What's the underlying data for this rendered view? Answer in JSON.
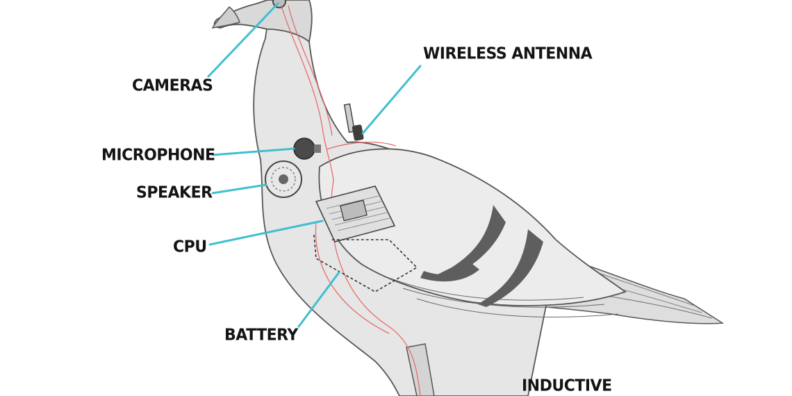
{
  "diagram": {
    "labels": {
      "cameras": "CAMERAS",
      "wireless_antenna": "WIRELESS ANTENNA",
      "microphone": "MICROPHONE",
      "speaker": "SPEAKER",
      "cpu": "CPU",
      "battery": "BATTERY",
      "inductive": "INDUCTIVE"
    },
    "colors": {
      "leader_line": "#3fbfcf",
      "bird_body": "#e3e3e3",
      "bird_outline": "#5a5a5a",
      "wire": "#e86b6b",
      "wing_band": "#5e5e5e"
    }
  }
}
